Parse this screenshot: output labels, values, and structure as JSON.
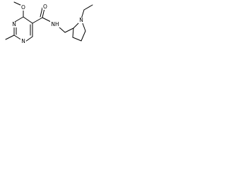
{
  "molecule": {
    "atoms": {
      "methoxy_o": "O",
      "carbonyl_o": "O",
      "ring_n_top": "N",
      "ring_n_bottom": "N",
      "amide_nh": "NH",
      "pyrrolidine_n": "N"
    }
  }
}
